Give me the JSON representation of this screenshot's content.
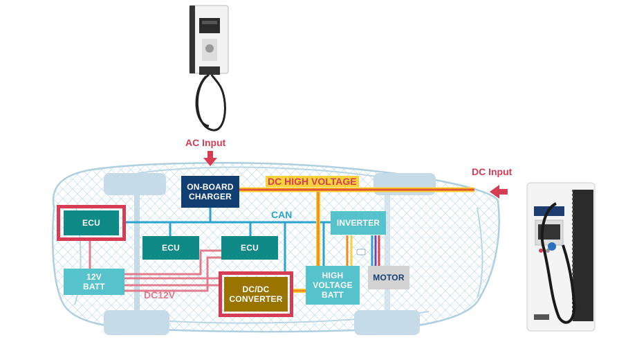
{
  "labels": {
    "ac_input": "AC Input",
    "dc_input": "DC Input",
    "dc_high_voltage": "DC HIGH VOLTAGE",
    "can": "CAN",
    "dc12v": "DC12V"
  },
  "blocks": {
    "onboard_charger": "ON-BOARD CHARGER",
    "ecu_main": "ECU",
    "ecu_middle": "ECU",
    "ecu_right": "ECU",
    "batt_12v": "12V BATT",
    "dcdc_converter": "DC/DC CONVERTER",
    "inverter": "INVERTER",
    "high_voltage_batt": "HIGH VOLTAGE BATT",
    "motor": "MOTOR"
  },
  "colors": {
    "accent_red": "#d63c54",
    "can_blue": "#2aa3cf",
    "teal_block": "#0f8a86",
    "light_teal_block": "#55c2cc",
    "navy_block": "#123f73",
    "olive_block": "#9a7400",
    "grey_block": "#d3d3d3",
    "hv_orange": "#f08a1c",
    "hv_yellow": "#f7d23a",
    "dc12v_pink": "#e07c8c",
    "car_wire": "#aecfe0"
  },
  "icons": {
    "ac_charger": "ac-wall-charger-icon",
    "dc_charger": "dc-quick-charger-icon",
    "car": "car-wireframe-icon"
  }
}
